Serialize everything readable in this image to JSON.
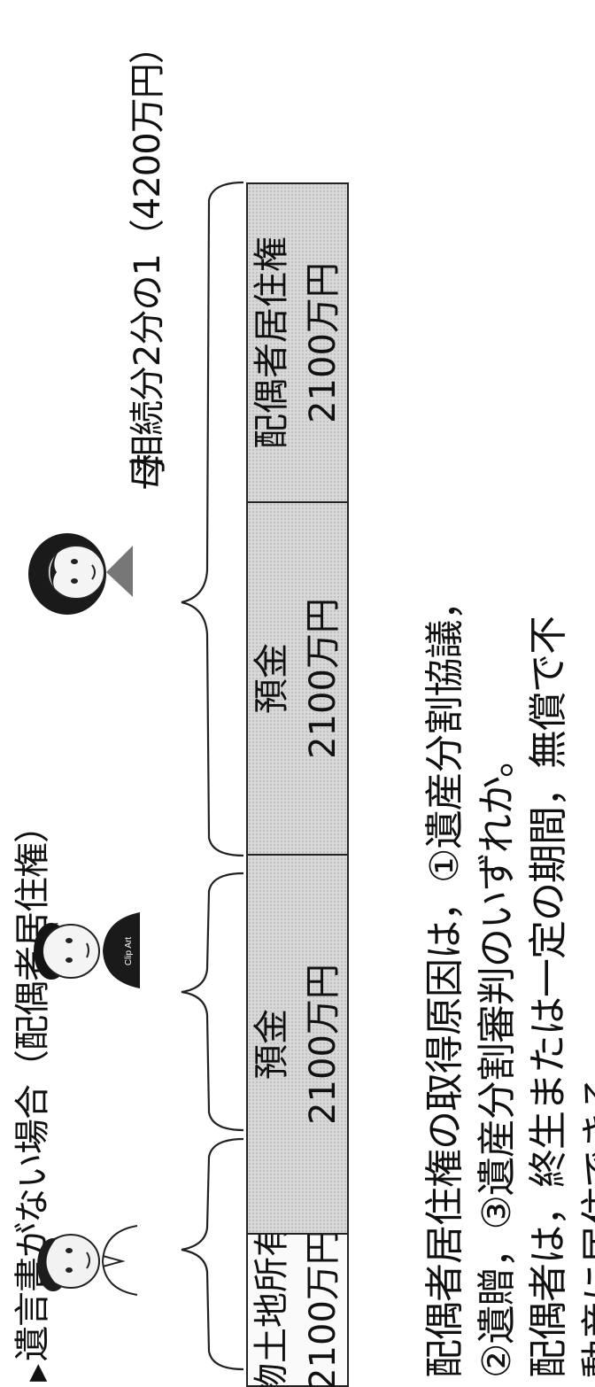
{
  "heading": {
    "mark": "▶",
    "text": "遺言書がない場合（配偶者居住権）"
  },
  "people": {
    "mother_label": "母",
    "mother_share": "相続分2分の1（4200万円）"
  },
  "assets": [
    {
      "name": "建物土地所有権",
      "value": "2100万円",
      "shade": "plain"
    },
    {
      "name": "預金",
      "value": "2100万円",
      "shade": "shaded"
    },
    {
      "name": "預金",
      "value": "2100万円",
      "shade": "shaded"
    },
    {
      "name": "配偶者居住権",
      "value": "2100万円",
      "shade": "shaded"
    }
  ],
  "notes": [
    "配偶者居住権の取得原因は，①遺産分割協議，",
    "②遺贈，③遺産分割審判のいずれか。",
    "配偶者は，終生または一定の期間，無償で不",
    "動産に居住できる。"
  ],
  "illustration_text": {
    "shirt_logo": "Clip Art"
  },
  "colors": {
    "shade": "#d8d8d8",
    "line": "#222222"
  }
}
